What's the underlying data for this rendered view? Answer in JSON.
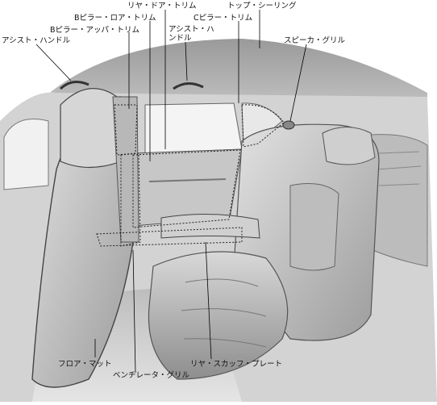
{
  "labels": {
    "rear_door_trim": "リヤ・ドア・トリム",
    "top_ceiling": "トップ・シーリング",
    "b_pillar_lower": "Bピラー・ロア・トリム",
    "c_pillar": "Cピラー・トリム",
    "b_pillar_upper": "Bピラー・アッパ・トリム",
    "assist_handle_rear": "アシスト・ハンドル",
    "assist_handle_front": "アシスト・ハンドル",
    "speaker_grille": "スピーカ・グリル",
    "floor_mat": "フロア・マット",
    "rear_scuff_plate": "リヤ・スカッフ・プレート",
    "ventilator_grille": "ベンチレータ・グリル"
  },
  "icon": "car-interior-rear-seat-illustration"
}
